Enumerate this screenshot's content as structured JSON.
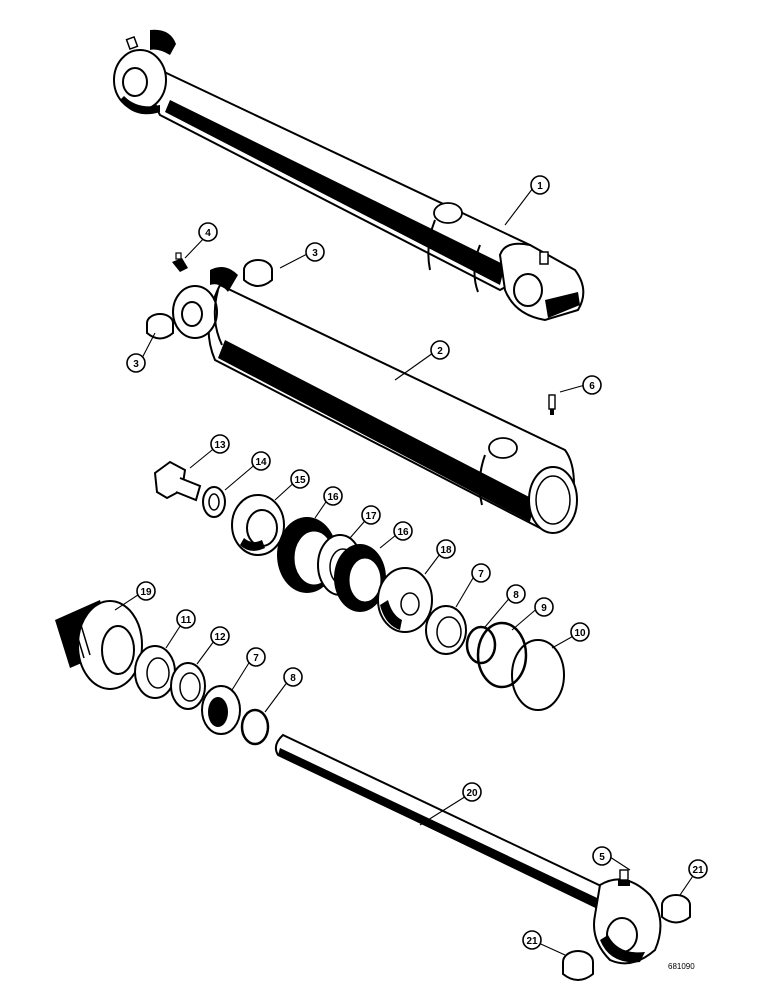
{
  "figure": {
    "code": "681090"
  },
  "callouts": [
    {
      "id": "c1",
      "label": "1"
    },
    {
      "id": "c2",
      "label": "2"
    },
    {
      "id": "c3a",
      "label": "3"
    },
    {
      "id": "c3b",
      "label": "3"
    },
    {
      "id": "c4",
      "label": "4"
    },
    {
      "id": "c5",
      "label": "5"
    },
    {
      "id": "c6",
      "label": "6"
    },
    {
      "id": "c7a",
      "label": "7"
    },
    {
      "id": "c7b",
      "label": "7"
    },
    {
      "id": "c8a",
      "label": "8"
    },
    {
      "id": "c8b",
      "label": "8"
    },
    {
      "id": "c9",
      "label": "9"
    },
    {
      "id": "c10",
      "label": "10"
    },
    {
      "id": "c11",
      "label": "11"
    },
    {
      "id": "c12",
      "label": "12"
    },
    {
      "id": "c13",
      "label": "13"
    },
    {
      "id": "c14",
      "label": "14"
    },
    {
      "id": "c15",
      "label": "15"
    },
    {
      "id": "c16a",
      "label": "16"
    },
    {
      "id": "c16b",
      "label": "16"
    },
    {
      "id": "c17",
      "label": "17"
    },
    {
      "id": "c18",
      "label": "18"
    },
    {
      "id": "c19",
      "label": "19"
    },
    {
      "id": "c20",
      "label": "20"
    },
    {
      "id": "c21a",
      "label": "21"
    },
    {
      "id": "c21b",
      "label": "21"
    }
  ]
}
